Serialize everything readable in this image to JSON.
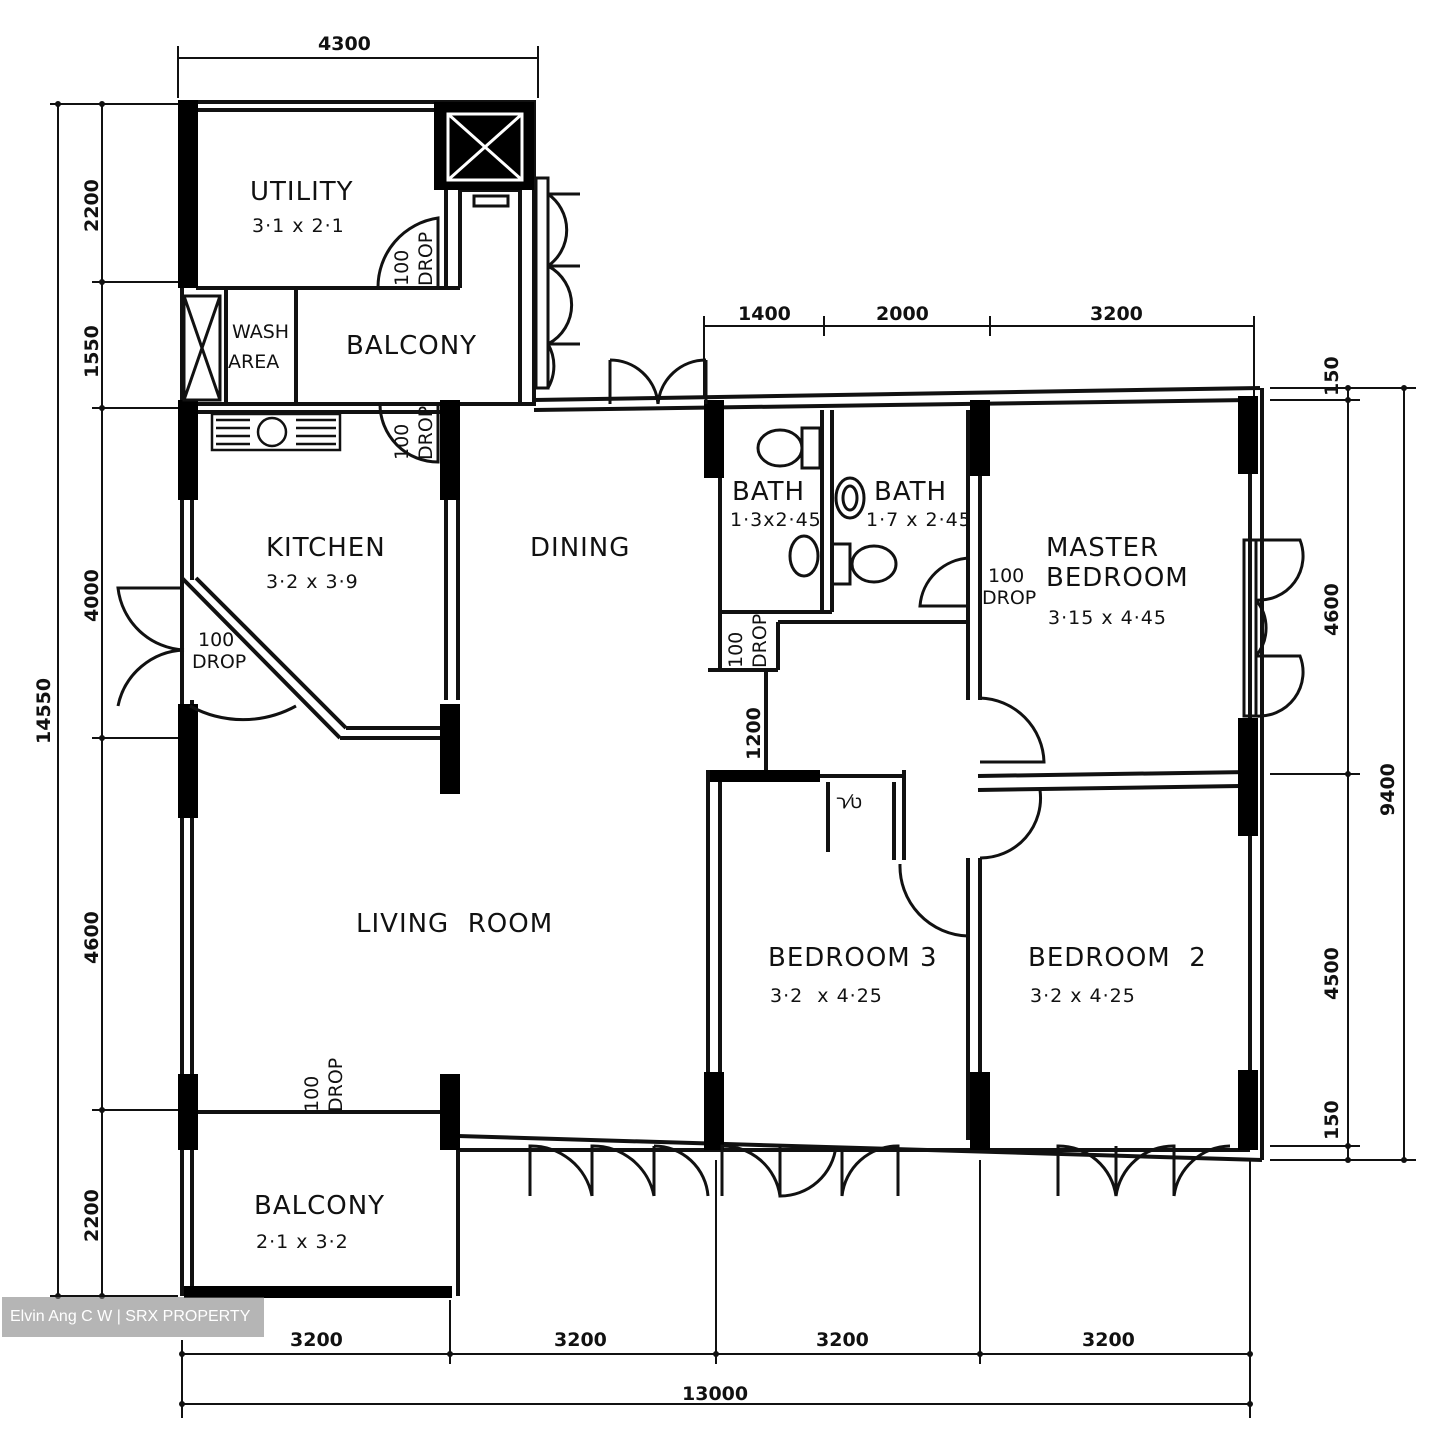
{
  "rooms": {
    "utility": {
      "name": "UTILITY",
      "size": "3·1 x 2·1"
    },
    "wash_area": {
      "line1": "WASH",
      "line2": "AREA"
    },
    "balcony_top": {
      "name": "BALCONY"
    },
    "kitchen": {
      "name": "KITCHEN",
      "size": "3·2 x 3·9"
    },
    "dining": {
      "name": "DINING"
    },
    "bath_1": {
      "name": "BATH",
      "size": "1·3x2·45"
    },
    "bath_2": {
      "name": "BATH",
      "size": "1·7 x 2·45"
    },
    "master_bedroom": {
      "line1": "MASTER",
      "line2": "BEDROOM",
      "size": "3·15 x 4·45"
    },
    "living_room": {
      "name": "LIVING  ROOM"
    },
    "bedroom_3": {
      "name": "BEDROOM 3",
      "size": "3·2  x 4·25"
    },
    "bedroom_2": {
      "name": "BEDROOM  2",
      "size": "3·2 x 4·25"
    },
    "balcony_bottom": {
      "name": "BALCONY",
      "size": "2·1 x 3·2"
    }
  },
  "drops": {
    "value": "100",
    "label": "DROP",
    "store_label": "ט⁄ר"
  },
  "dimensions": {
    "top_width": "4300",
    "top_right": [
      "1400",
      "2000",
      "3200"
    ],
    "left_segments": [
      "2200",
      "1550",
      "4000",
      "4600",
      "2200"
    ],
    "left_total": "14550",
    "right_segments": [
      "150",
      "4600",
      "4500",
      "150"
    ],
    "right_total": "9400",
    "corridor": "1200",
    "bottom_segments": [
      "3200",
      "3200",
      "3200",
      "3200"
    ],
    "bottom_total": "13000"
  },
  "watermark": "Elvin Ang C W | SRX PROPERTY"
}
